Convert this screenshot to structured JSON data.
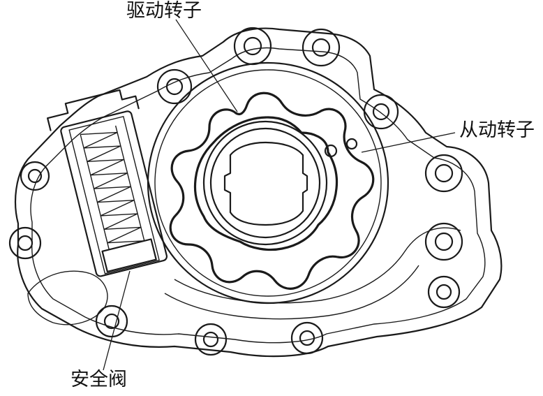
{
  "labels": {
    "drive_rotor": "驱动转子",
    "driven_rotor": "从动转子",
    "safety_valve": "安全阀"
  },
  "colors": {
    "line": "#1a1a1a",
    "background": "#ffffff"
  }
}
